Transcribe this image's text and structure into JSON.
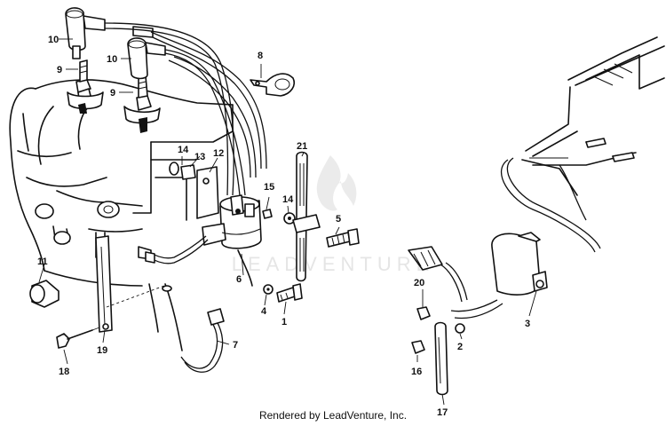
{
  "callouts": [
    {
      "id": "1",
      "label": "1"
    },
    {
      "id": "2",
      "label": "2"
    },
    {
      "id": "3",
      "label": "3"
    },
    {
      "id": "4",
      "label": "4"
    },
    {
      "id": "5",
      "label": "5"
    },
    {
      "id": "6",
      "label": "6"
    },
    {
      "id": "7",
      "label": "7"
    },
    {
      "id": "8",
      "label": "8"
    },
    {
      "id": "9a",
      "label": "9"
    },
    {
      "id": "9b",
      "label": "9"
    },
    {
      "id": "10a",
      "label": "10"
    },
    {
      "id": "10b",
      "label": "10"
    },
    {
      "id": "11",
      "label": "11"
    },
    {
      "id": "12",
      "label": "12"
    },
    {
      "id": "13",
      "label": "13"
    },
    {
      "id": "14a",
      "label": "14"
    },
    {
      "id": "14b",
      "label": "14"
    },
    {
      "id": "15",
      "label": "15"
    },
    {
      "id": "16",
      "label": "16"
    },
    {
      "id": "17",
      "label": "17"
    },
    {
      "id": "18",
      "label": "18"
    },
    {
      "id": "19",
      "label": "19"
    },
    {
      "id": "20",
      "label": "20"
    },
    {
      "id": "21",
      "label": "21"
    }
  ],
  "watermark": {
    "text": "LEADVENTURE"
  },
  "footer": {
    "text": "Rendered by LeadVenture, Inc."
  }
}
